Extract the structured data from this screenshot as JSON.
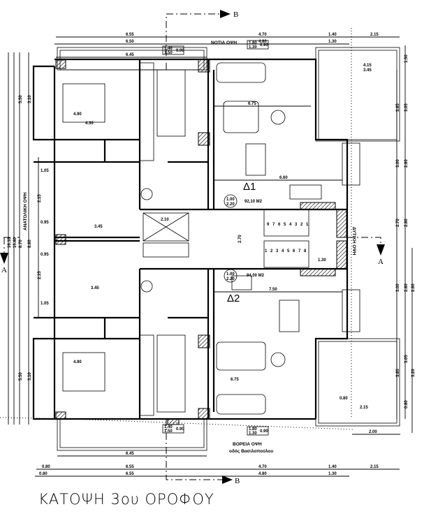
{
  "title": "ΚΑΤΟΨΗ 3ου ΟΡΟΦΟΥ",
  "facades": {
    "south": "ΝΟΤΙΑ ΟΨΗ",
    "north": "ΒΟΡΕΙΑ ΟΨΗ",
    "street": "οδός Βασιλοπούλου",
    "east": "ΑΝΑΤΟΛΙΚΗ ΟΨΗ",
    "west": "ΔΥΤΙΚΗ ΟΨΗ"
  },
  "sections": {
    "b_top": "B",
    "b_bottom": "B",
    "a_left": "A",
    "a_right": "A"
  },
  "apartments": [
    {
      "name": "Δ1",
      "area": "92,10 M2"
    },
    {
      "name": "Δ2",
      "area": "94,00 M2"
    }
  ],
  "stairs": {
    "upper": [
      "9",
      "7",
      "6",
      "5",
      "4",
      "3",
      "2",
      "1"
    ],
    "lower": [
      "1",
      "2",
      "3",
      "4",
      "5",
      "6",
      "7",
      "8"
    ]
  },
  "dims": {
    "top1": [
      "6.55",
      "4.70",
      "1.40",
      "2.15"
    ],
    "top2": [
      "6.50",
      "4.80",
      "1.30"
    ],
    "top3": "6.45",
    "bottom1": [
      "0.80",
      "6.55",
      "4.70",
      "1.40",
      "2.15"
    ],
    "bottom2": [
      "0.80",
      "6.55",
      "4.80",
      "1.30"
    ],
    "bottom3": "6.45",
    "bottom_balcony": "2.00",
    "left": [
      "16.10",
      "15.80",
      "8.70",
      "8.80",
      "5.50",
      "3.10",
      "1.05",
      "2.15",
      "0.95",
      "0.95",
      "2.15",
      "1.05",
      "5.50",
      "3.10"
    ],
    "right1": [
      "3.85",
      "3.00",
      "2.70",
      "3.00",
      "3.85"
    ],
    "right2": [
      "1.50",
      "3.05",
      "2.80",
      "2.80",
      "2.80",
      "3.05",
      "0.80"
    ],
    "right3": [
      "2.80",
      "3.20"
    ],
    "interior": [
      "6.75",
      "6.60",
      "7.50",
      "4.90",
      "4.30",
      "3.45",
      "3.45",
      "4.90",
      "4.15",
      "3.45",
      "2.15",
      "0.80",
      "1.30",
      "2.70",
      "2.10",
      "6.75"
    ]
  },
  "window_tags": [
    {
      "a": "1.40",
      "b": "1.50",
      "c": "0.90"
    },
    {
      "a": "1.80",
      "b": "1.30",
      "c": "0.90"
    },
    {
      "a": "1.40",
      "b": "1.50",
      "c": "0.90"
    },
    {
      "a": "1.80",
      "b": "1.30",
      "c": "0.90"
    }
  ],
  "door_tags": [
    {
      "a": "1.00",
      "b": "2.20"
    },
    {
      "a": "1.00",
      "b": "2.20"
    }
  ]
}
